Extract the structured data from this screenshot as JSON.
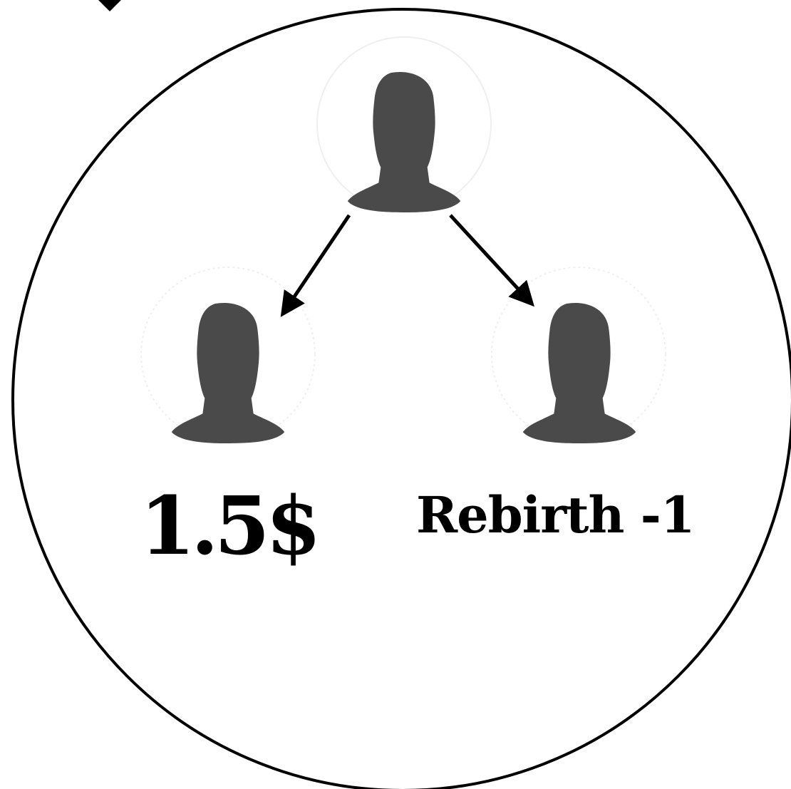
{
  "diagram": {
    "nodes": [
      {
        "id": "top",
        "icon": "user-icon"
      },
      {
        "id": "left",
        "icon": "user-icon"
      },
      {
        "id": "right",
        "icon": "user-icon"
      }
    ],
    "edges": [
      {
        "from": "top",
        "to": "left"
      },
      {
        "from": "top",
        "to": "right"
      }
    ],
    "labels": {
      "left_value": "1.5$",
      "right_value": "Rebirth -1"
    },
    "colors": {
      "icon": "#4a4a4a",
      "stroke": "#000000",
      "background": "#ffffff"
    }
  }
}
